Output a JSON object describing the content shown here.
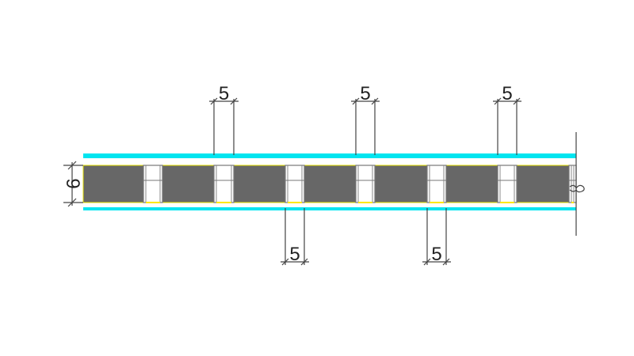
{
  "drawing": {
    "height_dimension": "9",
    "stud_dimensions_top": [
      "5",
      "5",
      "5"
    ],
    "stud_dimensions_bottom": [
      "5",
      "5"
    ],
    "colors": {
      "finish_layer": "#00e5f0",
      "block_fill": "#676767",
      "block_edge": "#e6e000",
      "line": "#444444"
    }
  }
}
